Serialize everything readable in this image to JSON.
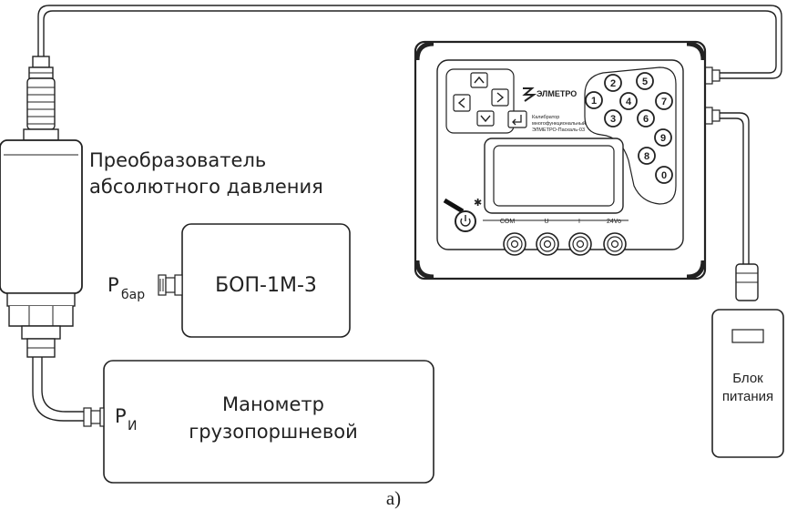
{
  "labels": {
    "transducer_line1": "Преобразователь",
    "transducer_line2": "абсолютного давления",
    "bop": "БОП-1М-3",
    "p_bar_main": "P",
    "p_bar_sub": "бар",
    "p_i_main": "P",
    "p_i_sub": "И",
    "manometer_line1": "Манометр",
    "manometer_line2": "грузопоршневой",
    "power_line1": "Блок",
    "power_line2": "питания",
    "caption": "а)"
  },
  "device": {
    "brand": "ЭЛМЕТРО",
    "model_line1": "Калибратор",
    "model_line2": "многофункциональный",
    "model_line3": "ЭЛМЕТРО-Паскаль-03",
    "star": "✱",
    "keys": [
      "1",
      "2",
      "3",
      "4",
      "5",
      "6",
      "7",
      "8",
      "9",
      "0"
    ],
    "ports": {
      "com": "COM",
      "u": "U",
      "i": "I",
      "v24": "24Vo"
    },
    "nav_icons": [
      "chevron-up-icon",
      "chevron-left-icon",
      "chevron-right-icon",
      "chevron-down-icon",
      "enter-icon",
      "power-icon"
    ]
  }
}
